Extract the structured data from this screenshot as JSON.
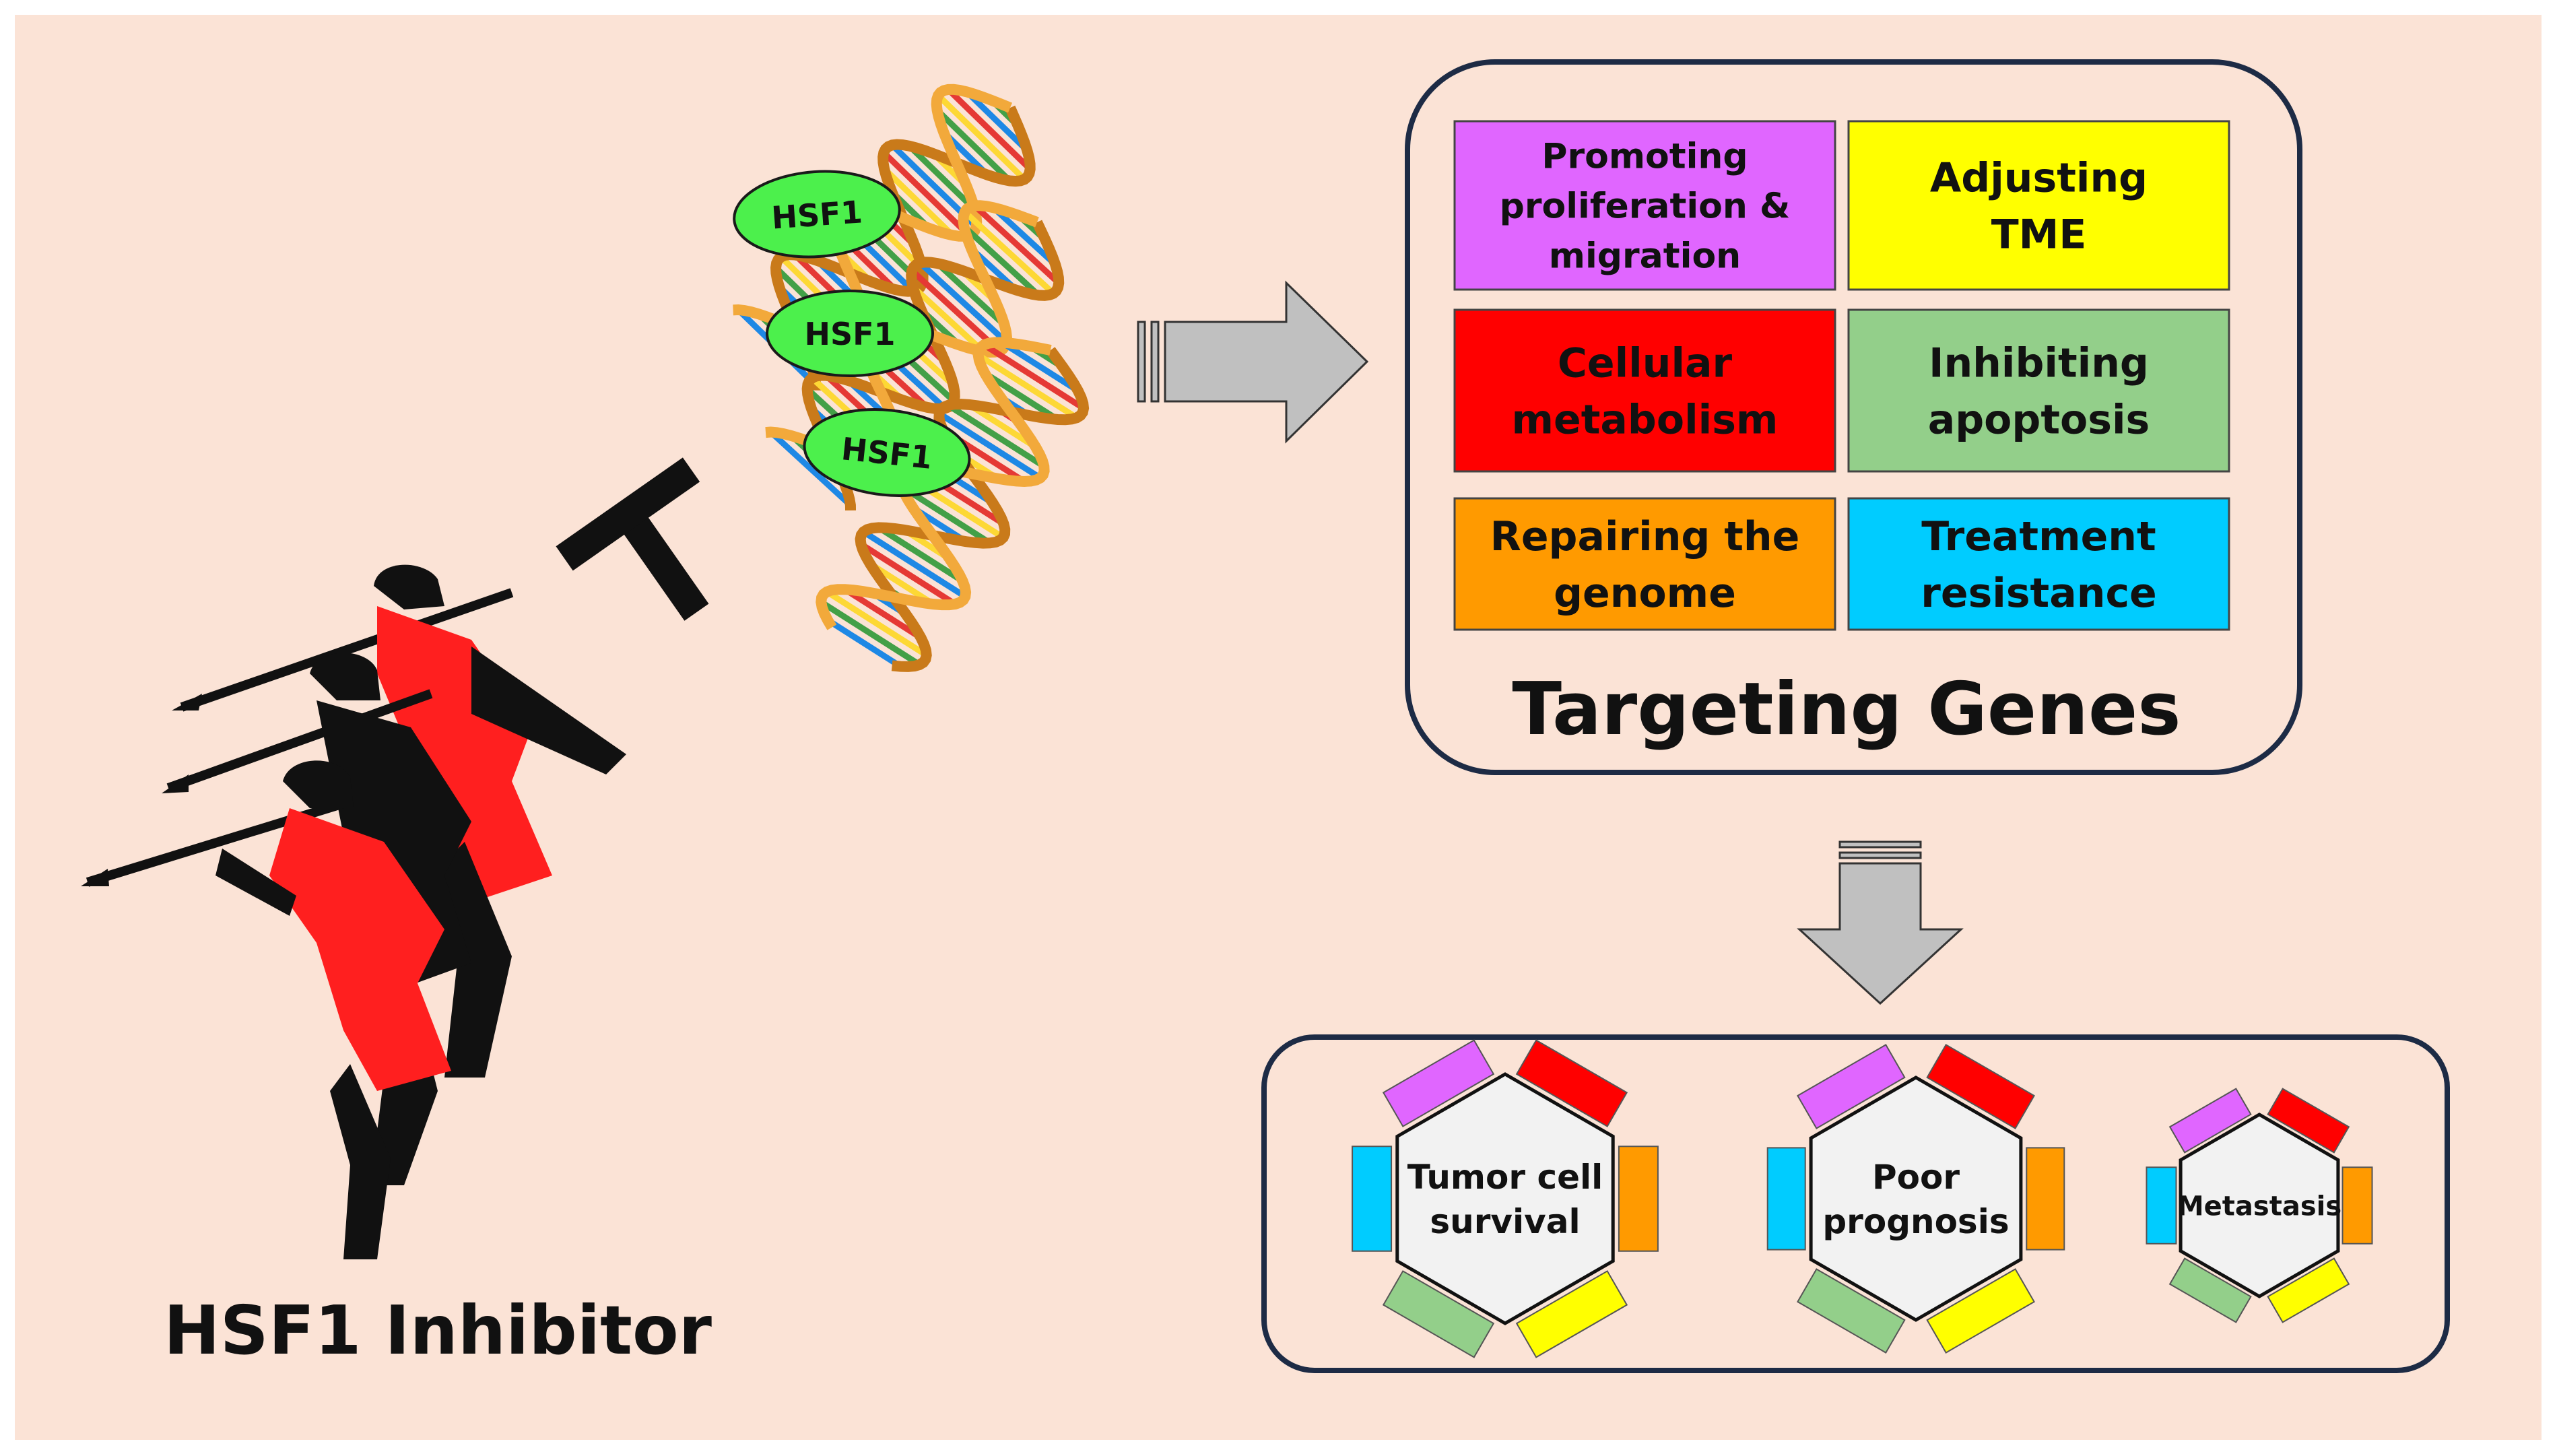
{
  "inhibitor_label": "HSF1 Inhibitor",
  "hsf1_labels": [
    "HSF1",
    "HSF1",
    "HSF1"
  ],
  "targeting_title": "Targeting Genes",
  "gene_functions": [
    {
      "lines": [
        "Promoting",
        "proliferation &",
        "migration"
      ],
      "color": "#e066ff"
    },
    {
      "lines": [
        "Adjusting",
        "TME"
      ],
      "color": "#ffff00"
    },
    {
      "lines": [
        "Cellular",
        "metabolism"
      ],
      "color": "#ff0000"
    },
    {
      "lines": [
        "Inhibiting",
        "apoptosis"
      ],
      "color": "#93cf8a"
    },
    {
      "lines": [
        "Repairing the",
        "genome"
      ],
      "color": "#ff9a00"
    },
    {
      "lines": [
        "Treatment",
        "resistance"
      ],
      "color": "#00ccff"
    }
  ],
  "outcomes": [
    {
      "lines": [
        "Tumor cell",
        "survival"
      ]
    },
    {
      "lines": [
        "Poor",
        "prognosis"
      ]
    },
    {
      "lines": [
        "Metastasis"
      ]
    }
  ],
  "colors": {
    "background": "#fbe3d6",
    "panel_border": "#1d2b45",
    "hsf1_fill": "#4cf04c",
    "arrow_fill": "#c0c0c0",
    "warrior_red": "#ff1f1f",
    "warrior_black": "#111111",
    "hexagon_fill": "#f2f2f2"
  }
}
